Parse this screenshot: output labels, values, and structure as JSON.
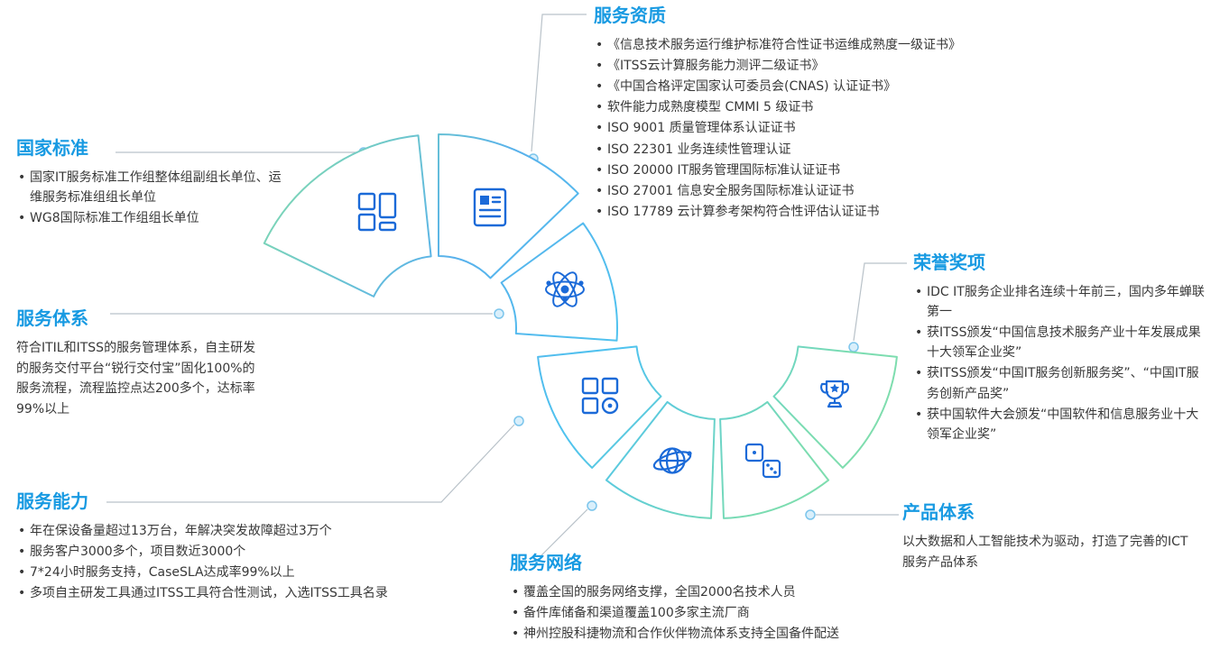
{
  "colors": {
    "heading": "#189ae2",
    "body": "#383838",
    "icon": "#1b6ad8",
    "arc_blue": "#58b1ec",
    "arc_cyan": "#4fc3ef",
    "arc_teal": "#7adcb2",
    "arc_green": "#86dfa8",
    "connector": "#b9c2c9",
    "dot_fill": "#d9effb",
    "dot_stroke": "#7cc5ec"
  },
  "icons": [
    "dashboard-icon",
    "document-icon",
    "atom-icon",
    "apps-icon",
    "globe-icon",
    "dice-icon",
    "trophy-icon"
  ],
  "sections": {
    "national_standards": {
      "title": "国家标准",
      "items": [
        "国家IT服务标准工作组整体组副组长单位、运维服务标准组组长单位",
        "WG8国际标准工作组组长单位"
      ]
    },
    "qualifications": {
      "title": "服务资质",
      "items": [
        "《信息技术服务运行维护标准符合性证书运维成熟度一级证书》",
        "《ITSS云计算服务能力测评二级证书》",
        "《中国合格评定国家认可委员会(CNAS) 认证证书》",
        "软件能力成熟度模型 CMMI 5 级证书",
        "ISO 9001 质量管理体系认证证书",
        "ISO 22301 业务连续性管理认证",
        "ISO 20000 IT服务管理国际标准认证证书",
        "ISO 27001 信息安全服务国际标准认证证书",
        "ISO 17789 云计算参考架构符合性评估认证证书"
      ]
    },
    "honors": {
      "title": "荣誉奖项",
      "items": [
        "IDC  IT服务企业排名连续十年前三，国内多年蝉联第一",
        "获ITSS颁发“中国信息技术服务产业十年发展成果十大领军企业奖”",
        "获ITSS颁发“中国IT服务创新服务奖”、“中国IT服务创新产品奖”",
        "获中国软件大会颁发“中国软件和信息服务业十大领军企业奖”"
      ]
    },
    "service_system": {
      "title": "服务体系",
      "paragraph": "符合ITIL和ITSS的服务管理体系，自主研发的服务交付平台“锐行交付宝”固化100%的服务流程，流程监控点达200多个，达标率99%以上"
    },
    "capability": {
      "title": "服务能力",
      "items": [
        "年在保设备量超过13万台，年解决突发故障超过3万个",
        "服务客户3000多个，项目数近3000个",
        "7*24小时服务支持，CaseSLA达成率99%以上",
        "多项自主研发工具通过ITSS工具符合性测试，入选ITSS工具名录"
      ]
    },
    "network": {
      "title": "服务网络",
      "items": [
        "覆盖全国的服务网络支撑，全国2000名技术人员",
        "备件库储备和渠道覆盖100多家主流厂商",
        "神州控股科捷物流和合作伙伴物流体系支持全国备件配送"
      ]
    },
    "product": {
      "title": "产品体系",
      "paragraph": "以大数据和人工智能技术为驱动，打造了完善的ICT服务产品体系"
    }
  }
}
